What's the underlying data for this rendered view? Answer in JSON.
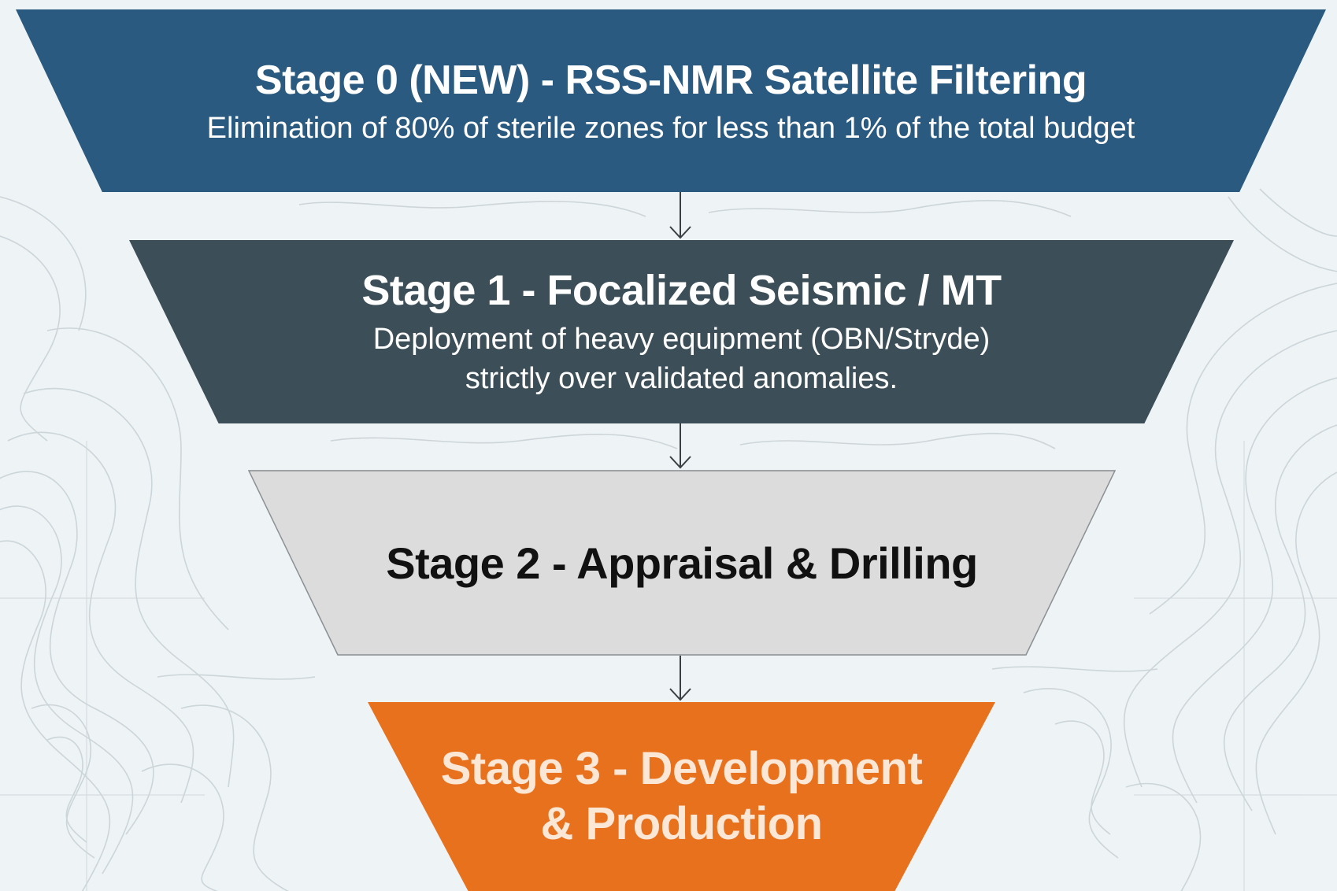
{
  "colors": {
    "background": "#eef3f5",
    "stage_0": "#2b5a80",
    "stage_1": "#3c4e58",
    "stage_2": "#dcdcdc",
    "stage_3": "#e8711e",
    "arrow": "#3a3f44"
  },
  "stages": [
    {
      "title": "Stage 0 (NEW) - RSS-NMR Satellite Filtering",
      "description": "Elimination of 80% of sterile zones for less than 1% of the total budget"
    },
    {
      "title": "Stage 1 - Focalized Seismic / MT",
      "description_lines": [
        "Deployment of heavy equipment (OBN/Stryde)",
        "strictly over validated anomalies."
      ]
    },
    {
      "title": "Stage 2 - Appraisal & Drilling"
    },
    {
      "title_lines": [
        "Stage 3 - Development",
        "& Production"
      ]
    }
  ]
}
